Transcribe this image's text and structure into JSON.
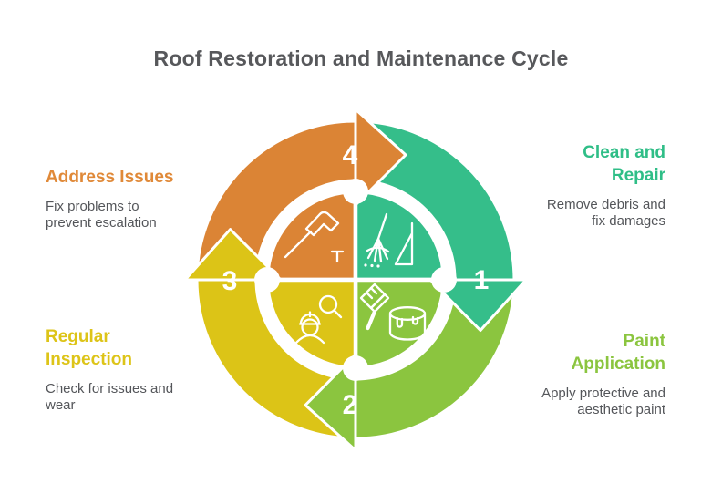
{
  "title": "Roof Restoration and Maintenance Cycle",
  "palette": {
    "step1_green": "#35be8a",
    "step2_lightgreen": "#8bc53f",
    "step3_yellow": "#dcc417",
    "step4_orange": "#db8435",
    "title_gray": "#57585b",
    "body_gray": "#54565a",
    "background": "#ffffff"
  },
  "steps": [
    {
      "number": "1",
      "title": "Clean and Repair",
      "title_lines": [
        "Clean and",
        "Repair"
      ],
      "description": "Remove debris and fix damages",
      "description_lines": [
        "Remove debris and",
        "fix damages"
      ],
      "color": "#35be8a",
      "icon": "broom-sweep-icon",
      "position": "right-top"
    },
    {
      "number": "2",
      "title": "Paint Application",
      "title_lines": [
        "Paint",
        "Application"
      ],
      "description": "Apply protective and aesthetic paint",
      "description_lines": [
        "Apply protective and",
        "aesthetic paint"
      ],
      "color": "#8bc53f",
      "icon": "paintbrush-can-icon",
      "position": "right-bottom"
    },
    {
      "number": "3",
      "title": "Regular Inspection",
      "title_lines": [
        "Regular",
        "Inspection"
      ],
      "description": "Check for issues and wear",
      "description_lines": [
        "Check for issues and",
        "wear"
      ],
      "color": "#dcc417",
      "icon": "inspector-magnifier-icon",
      "position": "left-bottom"
    },
    {
      "number": "4",
      "title": "Address Issues",
      "title_lines": [
        "Address Issues"
      ],
      "description": "Fix problems to prevent escalation",
      "description_lines": [
        "Fix problems to",
        "prevent escalation"
      ],
      "color": "#db8435",
      "icon": "hammer-nail-icon",
      "position": "left-top"
    }
  ]
}
